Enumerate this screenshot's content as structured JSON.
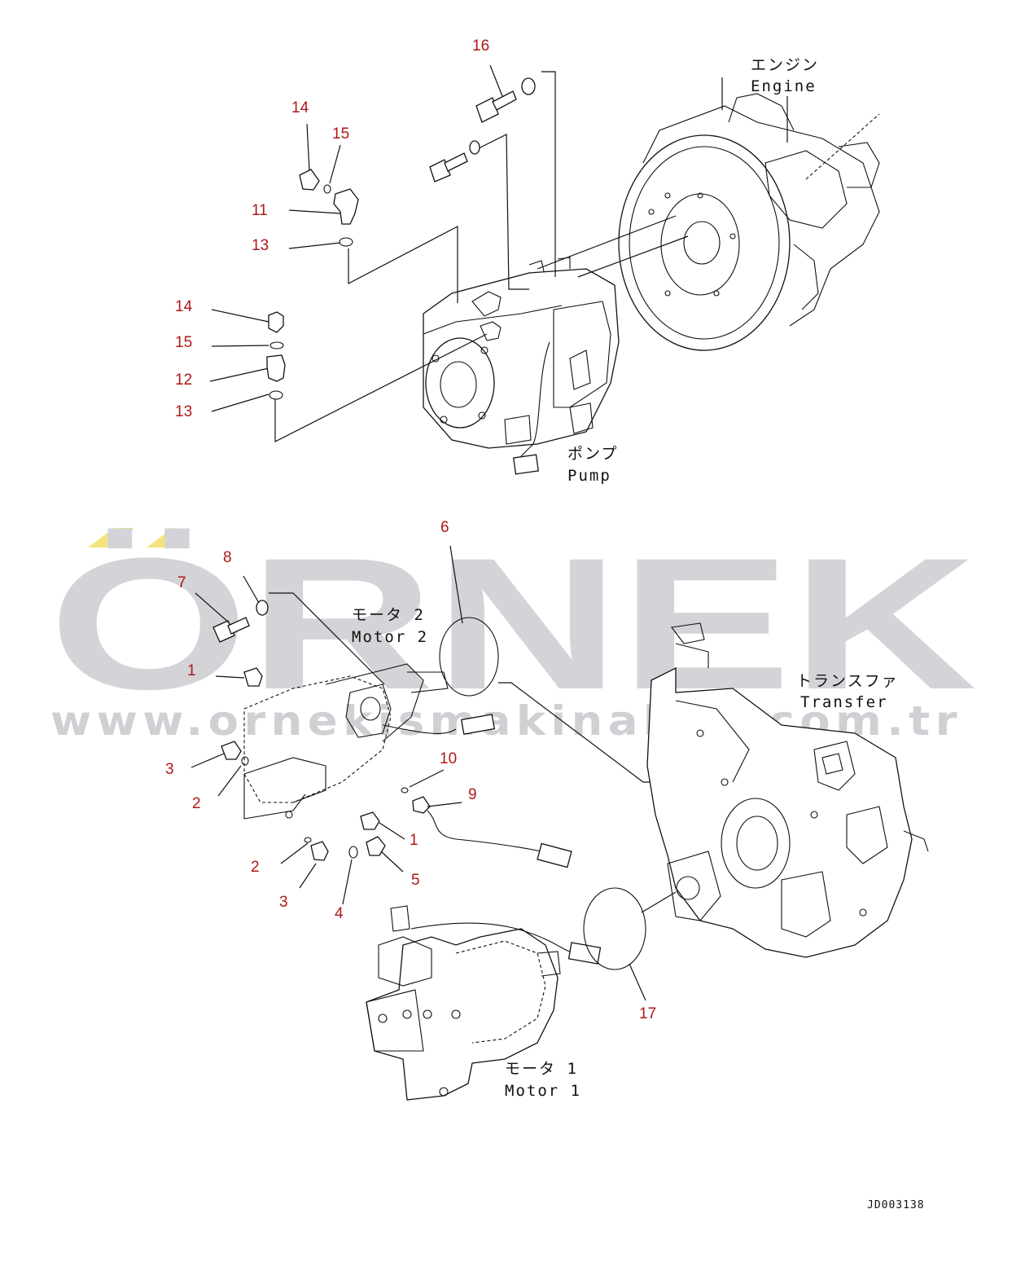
{
  "watermark": {
    "brand": "ÖRNEK",
    "url": "www.ornekismakinalari.com.tr",
    "accent_color": "#f5e27a",
    "text_color": "#d3d3d8"
  },
  "assemblies": {
    "engine": {
      "jp": "エンジン",
      "en": "Engine"
    },
    "pump": {
      "jp": "ポンプ",
      "en": "Pump"
    },
    "motor2": {
      "jp": "モータ 2",
      "en": "Motor 2"
    },
    "transfer": {
      "jp": "トランスファ",
      "en": "Transfer"
    },
    "motor1": {
      "jp": "モータ 1",
      "en": "Motor 1"
    }
  },
  "callouts": {
    "c16": "16",
    "c14a": "14",
    "c15a": "15",
    "c11": "11",
    "c13a": "13",
    "c14b": "14",
    "c15b": "15",
    "c12": "12",
    "c13b": "13",
    "c6": "6",
    "c8": "8",
    "c7": "7",
    "c1a": "1",
    "c3a": "3",
    "c2a": "2",
    "c10": "10",
    "c9": "9",
    "c1b": "1",
    "c5": "5",
    "c2b": "2",
    "c3b": "3",
    "c4": "4",
    "c17": "17"
  },
  "drawing_code": "JD003138",
  "icon_names": [
    "engine-flywheel-icon",
    "pump-icon",
    "motor-icon",
    "transfer-case-icon",
    "o-ring-icon",
    "bolt-icon",
    "sensor-icon"
  ]
}
